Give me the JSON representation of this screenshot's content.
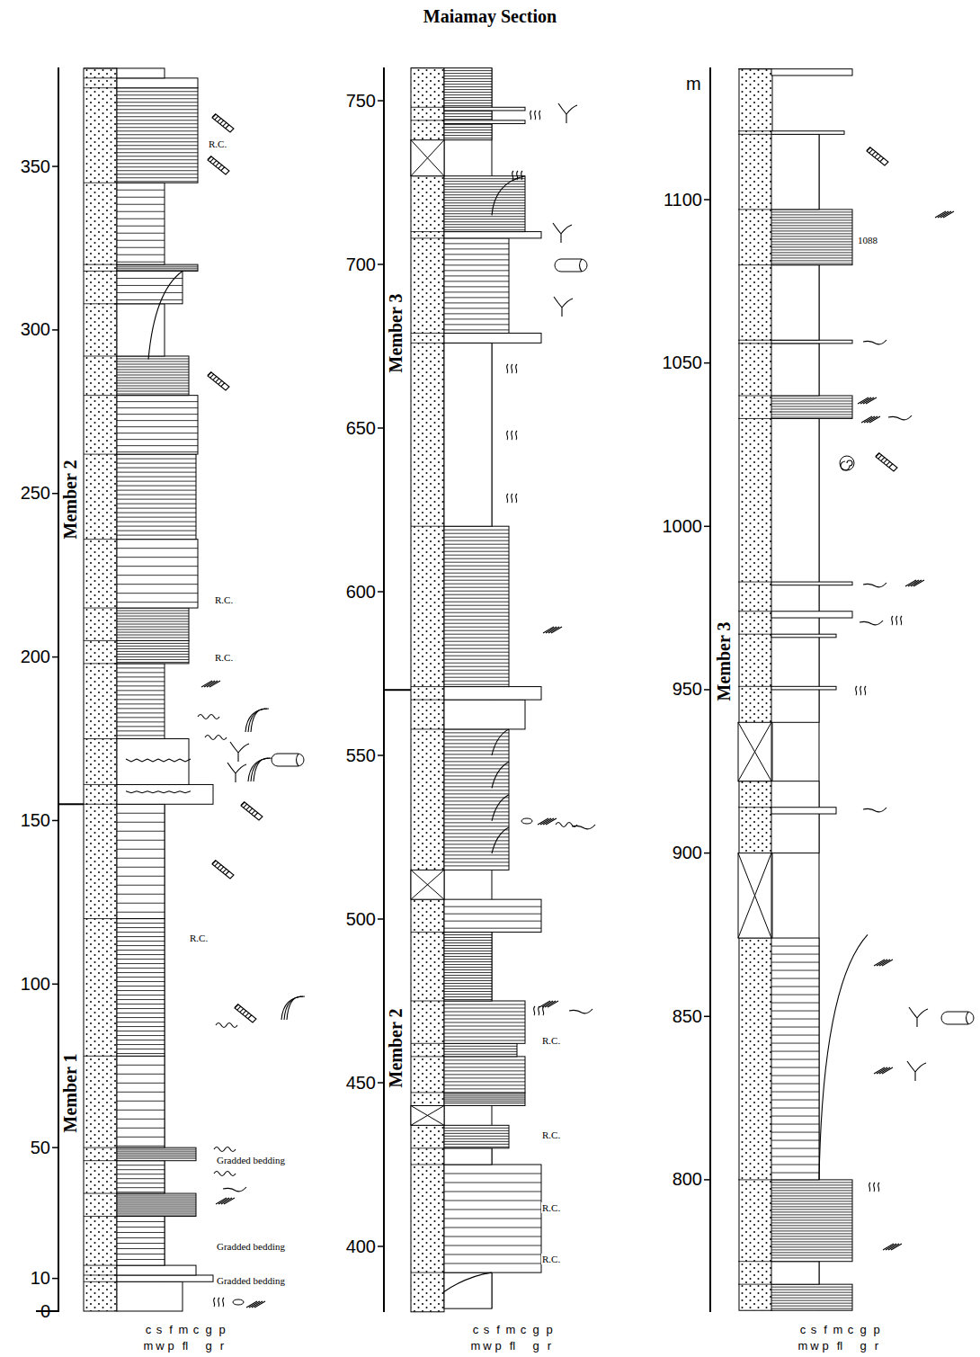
{
  "diagram": {
    "title": "Maiamay Section",
    "labels": [
      "350",
      "300",
      "250",
      "200",
      "150",
      "100",
      "50",
      "10",
      "0",
      "750",
      "700",
      "650",
      "600",
      "550",
      "500",
      "450",
      "400",
      "m",
      "1100",
      "1050",
      "1000",
      "950",
      "900",
      "850",
      "800",
      "Member 2",
      "Member 1",
      "Member 3",
      "Member 2",
      "Member 3",
      "R.C.",
      "R.C.",
      "R.C.",
      "R.C.",
      "R.C.",
      "R.C.",
      "R.C.",
      "R.C.",
      "Gradded bedding",
      "Gradded bedding",
      "Gradded bedding",
      "1088",
      "c",
      "s",
      "f",
      "m",
      "c",
      "g",
      "p",
      "m",
      "w",
      "p",
      "fl",
      "g",
      "r",
      "c",
      "s",
      "f",
      "m",
      "c",
      "g",
      "p",
      "m",
      "w",
      "p",
      "fl",
      "g",
      "r",
      "c",
      "s",
      "f",
      "m",
      "c",
      "g",
      "p",
      "m",
      "w",
      "p",
      "fl",
      "g",
      "r"
    ]
  }
}
